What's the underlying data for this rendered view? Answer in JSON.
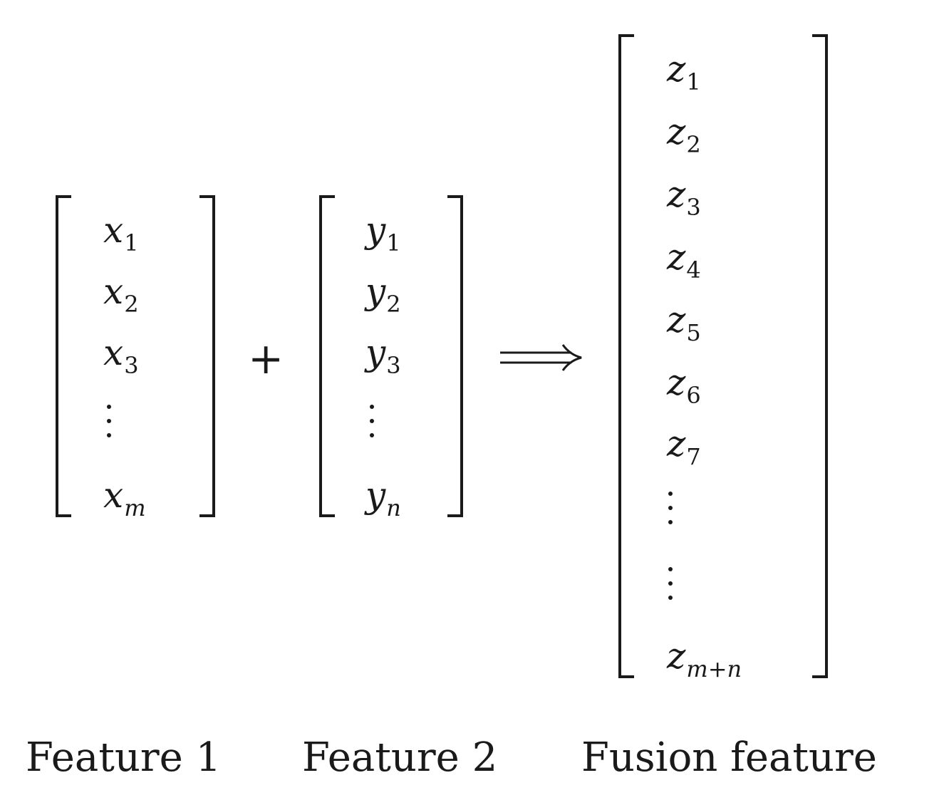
{
  "feature1": {
    "label": "Feature 1",
    "entries": [
      {
        "sym": "x",
        "sub": "1"
      },
      {
        "sym": "x",
        "sub": "2"
      },
      {
        "sym": "x",
        "sub": "3"
      },
      {
        "sym": "x",
        "sub": "m"
      }
    ]
  },
  "feature2": {
    "label": "Feature 2",
    "entries": [
      {
        "sym": "y",
        "sub": "1"
      },
      {
        "sym": "y",
        "sub": "2"
      },
      {
        "sym": "y",
        "sub": "3"
      },
      {
        "sym": "y",
        "sub": "n"
      }
    ]
  },
  "fusion": {
    "label": "Fusion feature",
    "entries": [
      {
        "sym": "z",
        "sub": "1"
      },
      {
        "sym": "z",
        "sub": "2"
      },
      {
        "sym": "z",
        "sub": "3"
      },
      {
        "sym": "z",
        "sub": "4"
      },
      {
        "sym": "z",
        "sub": "5"
      },
      {
        "sym": "z",
        "sub": "6"
      },
      {
        "sym": "z",
        "sub": "7"
      },
      {
        "sym": "z",
        "sub": "m+n"
      }
    ]
  },
  "operators": {
    "plus": "+",
    "implies": "⟹"
  }
}
